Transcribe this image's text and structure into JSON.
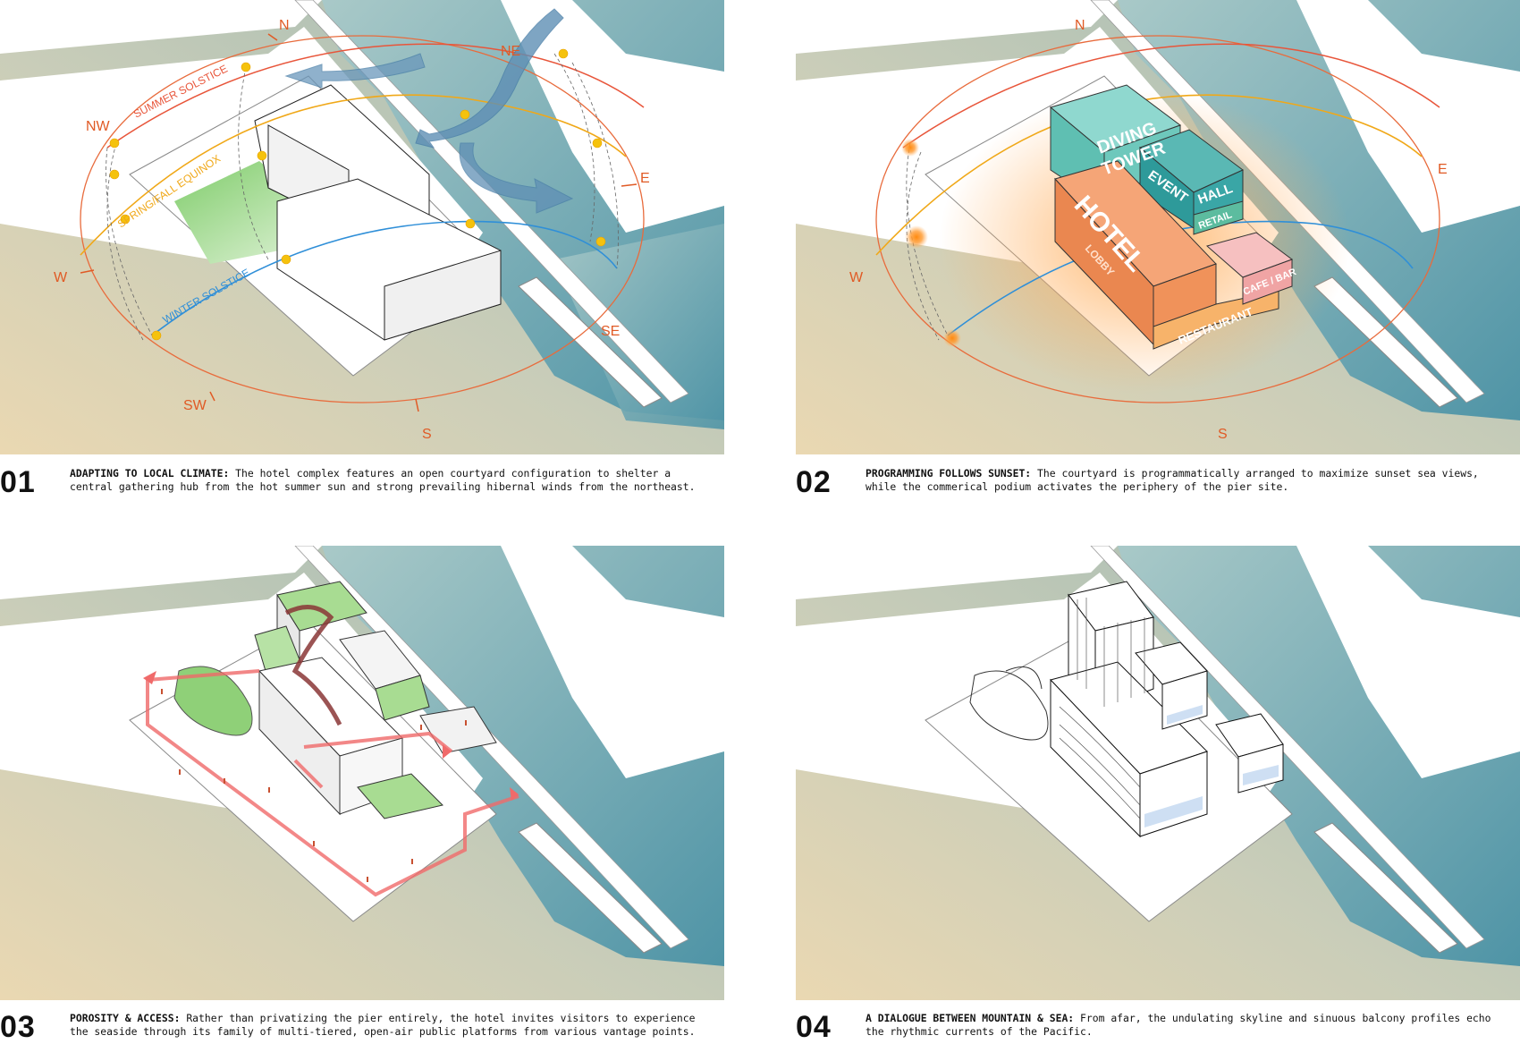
{
  "panels": [
    {
      "number": "01",
      "title": "ADAPTING TO LOCAL CLIMATE:",
      "text": "The hotel complex features an open courtyard configuration to shelter a central gathering hub from the hot summer sun and strong prevailing hibernal winds from the northeast.",
      "labels": {
        "summer": "SUMMER SOLSTICE",
        "equinox": "SPRING/FALL EQUINOX",
        "winter": "WINTER SOLSTICE"
      },
      "compass": [
        "N",
        "NE",
        "E",
        "SE",
        "S",
        "SW",
        "W",
        "NW"
      ]
    },
    {
      "number": "02",
      "title": "PROGRAMMING FOLLOWS SUNSET:",
      "text": "The courtyard is programmatically arranged to maximize sunset sea views, while the commerical podium activates the periphery of the pier site.",
      "programs": {
        "diving_tower_1": "DIVING",
        "diving_tower_2": "TOWER",
        "event": "EVENT",
        "hall": "HALL",
        "retail": "RETAIL",
        "hotel": "HOTEL",
        "lobby": "LOBBY",
        "cafe_bar": "CAFE / BAR",
        "restaurant": "RESTAURANT"
      },
      "compass": [
        "N",
        "E",
        "S",
        "W"
      ]
    },
    {
      "number": "03",
      "title": "POROSITY & ACCESS:",
      "text": "Rather than privatizing the pier entirely, the hotel invites visitors to experience the seaside through its family of multi-tiered, open-air public platforms from various vantage points."
    },
    {
      "number": "04",
      "title": "A DIALOGUE BETWEEN MOUNTAIN & SEA:",
      "text": "From afar, the undulating skyline and sinuous balcony profiles echo the rhythmic currents of the Pacific."
    }
  ],
  "colors": {
    "sea": "#5f9fad",
    "summer_arc": "#e8553a",
    "equinox_arc": "#f0a818",
    "winter_arc": "#2f8fd8",
    "compass": "#e05a25",
    "green": "#8fd078",
    "hotel": "#f0925a",
    "diving_tower": "#6ec8bc",
    "event_hall": "#3aa6a6",
    "cafe_bar": "#f0a4a4",
    "access": "#f06a6a"
  }
}
